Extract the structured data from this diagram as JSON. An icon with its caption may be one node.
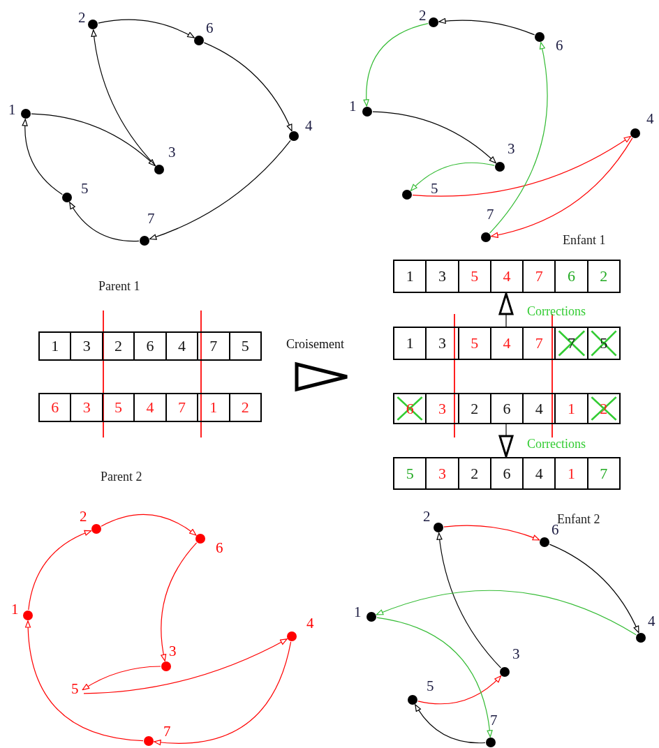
{
  "diagram": {
    "nodes": [
      {
        "text": [
          "1"
        ]
      },
      {
        "text": [
          "2"
        ]
      },
      {
        "text": [
          "3"
        ]
      },
      {
        "text": [
          "4"
        ]
      },
      {
        "text": [
          "5"
        ]
      },
      {
        "text": [
          "6"
        ]
      },
      {
        "text": [
          "7"
        ]
      },
      {
        "text": [
          "1"
        ]
      },
      {
        "text": [
          "2"
        ]
      },
      {
        "text": [
          "3"
        ]
      },
      {
        "text": [
          "4"
        ]
      },
      {
        "text": [
          "5"
        ]
      },
      {
        "text": [
          "6"
        ]
      },
      {
        "text": [
          "7"
        ]
      },
      {
        "text": [
          "1",
          "3",
          "5",
          "4",
          "7",
          "6",
          "2"
        ]
      },
      {
        "text": [
          "1",
          "3",
          "2",
          "6",
          "4",
          "7",
          "5"
        ]
      },
      {
        "text": [
          "1",
          "3",
          "5",
          "4",
          "7",
          "7",
          "5"
        ]
      },
      {
        "text": [
          "6",
          "3",
          "5",
          "4",
          "7",
          "1",
          "2"
        ]
      },
      {
        "text": [
          "6",
          "3",
          "2",
          "6",
          "4",
          "1",
          "2"
        ]
      },
      {
        "text": [
          "5",
          "3",
          "2",
          "6",
          "4",
          "1",
          "7"
        ]
      },
      {
        "text": [
          "1"
        ]
      },
      {
        "text": [
          "2"
        ]
      },
      {
        "text": [
          "3"
        ]
      },
      {
        "text": [
          "4"
        ]
      },
      {
        "text": [
          "5"
        ]
      },
      {
        "text": [
          "6"
        ]
      },
      {
        "text": [
          "7"
        ]
      },
      {
        "text": [
          "1"
        ]
      },
      {
        "text": [
          "2"
        ]
      },
      {
        "text": [
          "3"
        ]
      },
      {
        "text": [
          "4"
        ]
      },
      {
        "text": [
          "5"
        ]
      },
      {
        "text": [
          "6"
        ]
      },
      {
        "text": [
          "7"
        ]
      }
    ],
    "edges": [
      {
        "from": 0,
        "to": 2,
        "arrow": "to"
      },
      {
        "from": 2,
        "to": 1,
        "arrow": "to"
      },
      {
        "from": 1,
        "to": 5,
        "arrow": "to"
      },
      {
        "from": 5,
        "to": 3,
        "arrow": "to"
      },
      {
        "from": 3,
        "to": 6,
        "arrow": "to"
      },
      {
        "from": 6,
        "to": 4,
        "arrow": "to"
      },
      {
        "from": 4,
        "to": 0,
        "arrow": "to"
      },
      {
        "from": 7,
        "to": 9,
        "arrow": "to"
      },
      {
        "from": 9,
        "to": 11,
        "arrow": "to",
        "color": "#33bb33"
      },
      {
        "from": 11,
        "to": 10,
        "arrow": "to",
        "color": "#ff0000"
      },
      {
        "from": 10,
        "to": 13,
        "arrow": "to",
        "color": "#ff0000"
      },
      {
        "from": 13,
        "to": 12,
        "arrow": "to",
        "color": "#33bb33"
      },
      {
        "from": 12,
        "to": 8,
        "arrow": "to"
      },
      {
        "from": 8,
        "to": 7,
        "arrow": "to",
        "color": "#33bb33"
      },
      {
        "from": 25,
        "to": 22,
        "arrow": "to",
        "color": "#ff0000"
      },
      {
        "from": 22,
        "to": 24,
        "arrow": "to",
        "color": "#ff0000"
      },
      {
        "from": 24,
        "to": 23,
        "arrow": "to",
        "color": "#ff0000"
      },
      {
        "from": 23,
        "to": 26,
        "arrow": "to",
        "color": "#ff0000"
      },
      {
        "from": 26,
        "to": 20,
        "arrow": "to",
        "color": "#ff0000"
      },
      {
        "from": 20,
        "to": 21,
        "arrow": "to",
        "color": "#ff0000"
      },
      {
        "from": 21,
        "to": 25,
        "arrow": "to",
        "color": "#ff0000"
      },
      {
        "from": 31,
        "to": 29,
        "arrow": "to",
        "color": "#ff0000"
      },
      {
        "from": 29,
        "to": 28,
        "arrow": "to"
      },
      {
        "from": 28,
        "to": 32,
        "arrow": "to",
        "color": "#ff0000"
      },
      {
        "from": 32,
        "to": 30,
        "arrow": "to"
      },
      {
        "from": 30,
        "to": 27,
        "arrow": "to",
        "color": "#33bb33"
      },
      {
        "from": 27,
        "to": 33,
        "arrow": "to",
        "color": "#33bb33"
      },
      {
        "from": 33,
        "to": 31,
        "arrow": "to"
      },
      {
        "from": 16,
        "to": 14,
        "arrow": "to"
      },
      {
        "from": 18,
        "to": 19,
        "arrow": "to"
      }
    ],
    "labels": [
      "Enfant 1",
      "Parent 1",
      "Corrections",
      "Croisement",
      "Corrections",
      "Parent 2",
      "Enfant 2"
    ]
  }
}
